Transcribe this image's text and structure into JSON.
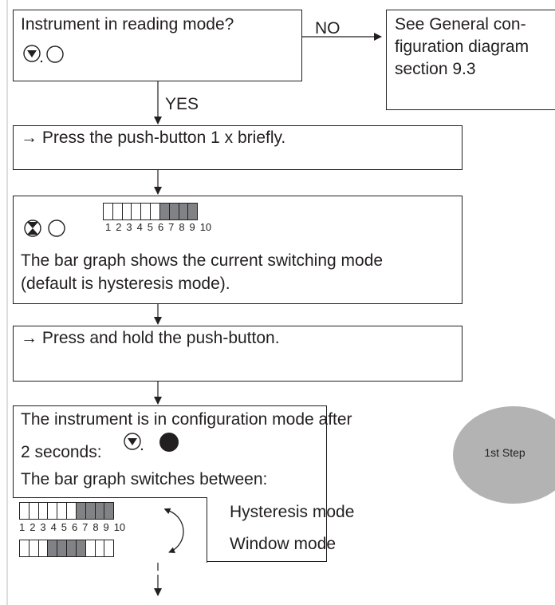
{
  "step1": {
    "text": "Instrument in reading mode?"
  },
  "branch": {
    "no": "NO",
    "yes": "YES"
  },
  "general_config": {
    "line1": "See General con-",
    "line2": "figuration diagram",
    "line3": "section  9.3"
  },
  "step2": {
    "text": "→ Press the push-button 1 x briefly."
  },
  "step3": {
    "bar_numbers": [
      "1",
      "2",
      "3",
      "4",
      "5",
      "6",
      "7",
      "8",
      "9",
      "10"
    ],
    "line1": "The bar graph shows the current switching mode",
    "line2": "(default is hysteresis mode)."
  },
  "step4": {
    "text": "→ Press and hold the push-button."
  },
  "step5": {
    "line1": "The instrument is in configuration mode after",
    "line2": "2 seconds:",
    "line3": "The bar graph switches between:",
    "mode_a": "Hysteresis mode",
    "mode_b": "Window mode",
    "bar_numbers": [
      "1",
      "2",
      "3",
      "4",
      "5",
      "6",
      "7",
      "8",
      "9",
      "10"
    ]
  },
  "step_badge": {
    "label": "1st Step"
  },
  "colors": {
    "line": "#231f20",
    "bar_on": "#808285",
    "badge": "#b3b3b3"
  },
  "icons": [
    "led-half-icon",
    "led-off-icon",
    "led-blink-icon",
    "led-on-icon",
    "toggle-arrow-icon"
  ]
}
